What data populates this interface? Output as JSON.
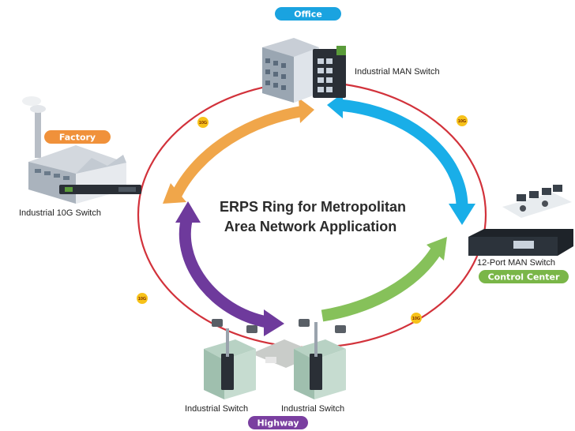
{
  "title": {
    "line1": "ERPS Ring for Metropolitan",
    "line2": "Area Network Application"
  },
  "sites": {
    "office": {
      "tag": "Office",
      "device": "Industrial MAN Switch"
    },
    "factory": {
      "tag": "Factory",
      "device": "Industrial 10G Switch"
    },
    "control_center": {
      "tag": "Control Center",
      "device": "12-Port MAN Switch"
    },
    "highway": {
      "tag": "Highway",
      "device_left": "Industrial Switch",
      "device_right": "Industrial Switch"
    }
  },
  "link_badges": [
    "10G",
    "10G",
    "10G",
    "10G"
  ],
  "colors": {
    "ring": "#d2323b",
    "office_tag": "#1aa3e0",
    "factory_tag": "#f0913a",
    "control_tag": "#7ab648",
    "highway_tag": "#7a3fa0",
    "arrow_orange": "#f0a64a",
    "arrow_blue": "#19aee8",
    "arrow_green": "#86c15a",
    "arrow_purple": "#6e3a9c",
    "badge": "#f7c21a"
  }
}
